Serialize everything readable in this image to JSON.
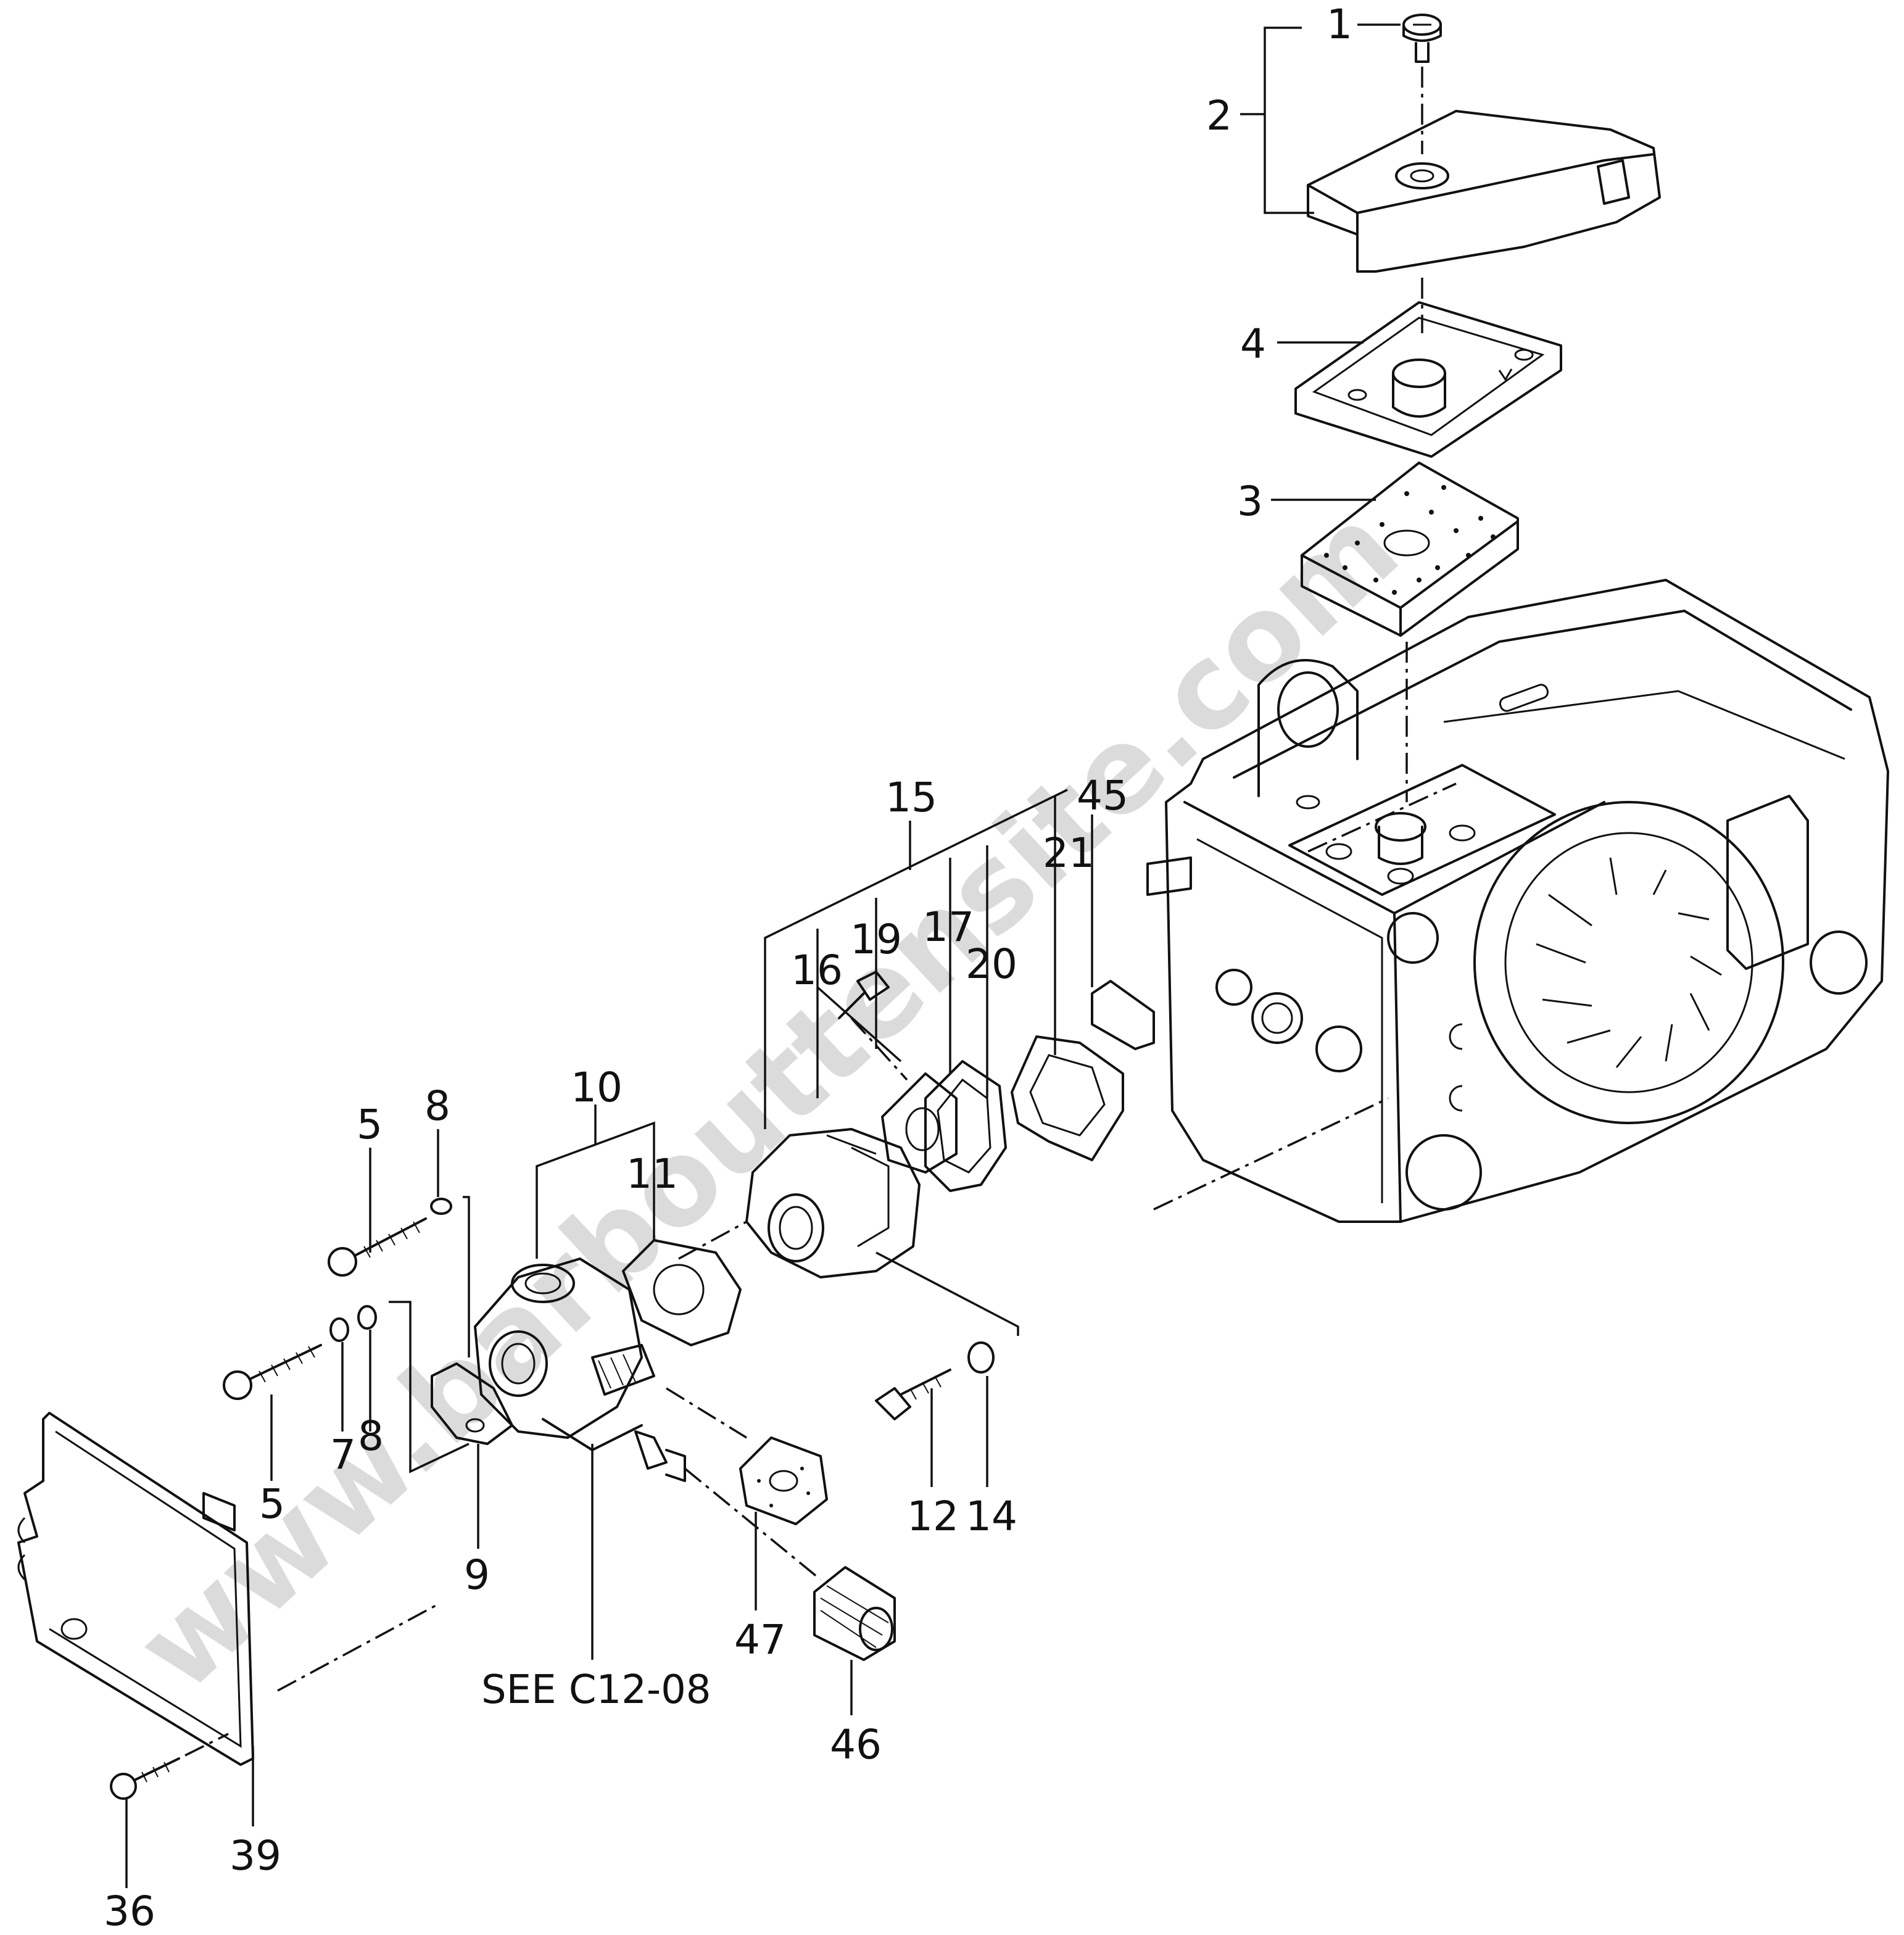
{
  "diagram": {
    "watermark": "www.barbouttensite.com",
    "reference_note": "SEE  C12-08",
    "callouts": {
      "c1": "1",
      "c2": "2",
      "c3": "3",
      "c4": "4",
      "c5a": "5",
      "c5b": "5",
      "c7": "7",
      "c8a": "8",
      "c8b": "8",
      "c9": "9",
      "c10": "10",
      "c11": "11",
      "c12": "12",
      "c14": "14",
      "c15": "15",
      "c16": "16",
      "c17": "17",
      "c19": "19",
      "c20": "20",
      "c21": "21",
      "c36": "36",
      "c39": "39",
      "c45": "45",
      "c46": "46",
      "c47": "47"
    }
  }
}
